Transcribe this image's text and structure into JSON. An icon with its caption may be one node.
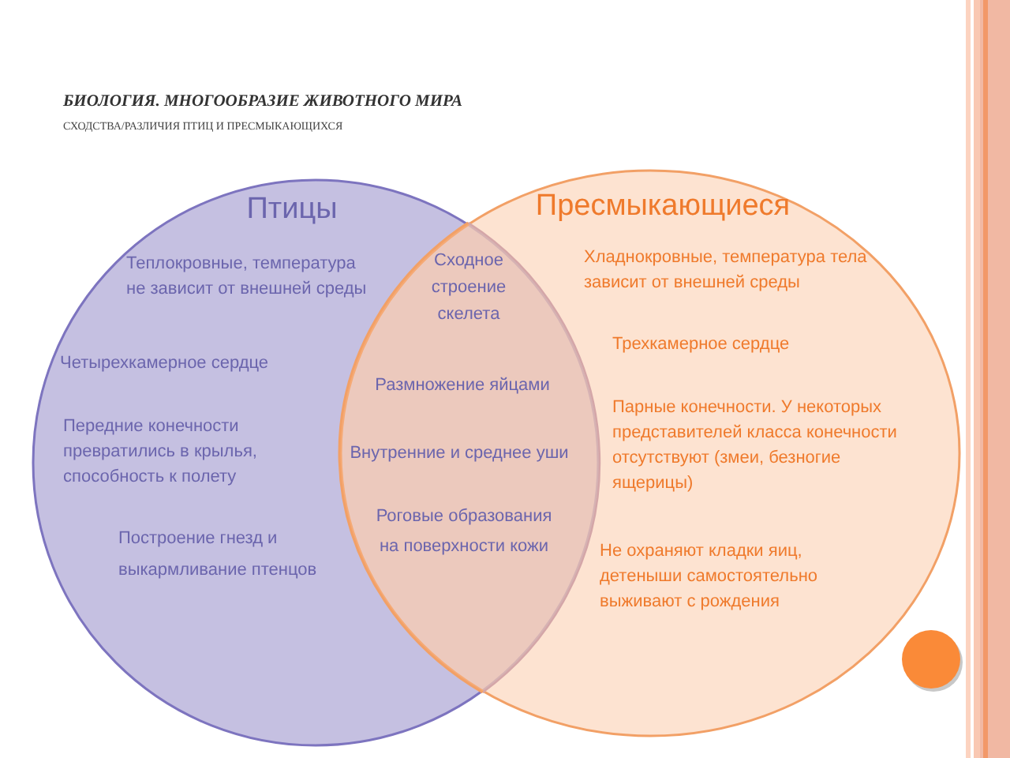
{
  "diagram": {
    "title": "БИОЛОГИЯ. МНОГООБРАЗИЕ ЖИВОТНОГО МИРА",
    "nodes": [
      {
        "text": [
          "Птицы",
          "Теплокровные, температура не зависит от внешней среды",
          "Четырехкамерное сердце",
          "Передние конечности превратились в крылья, способность к полету",
          "Построение гнезд и выкармливание птенцов"
        ]
      },
      {
        "text": [
          "Пресмыкающиеся",
          "Хладнокровные, температура тела зависит от внешней среды",
          "Трехкамерное сердце",
          "Парные конечности. У некоторых представителей класса конечности отсутствуют (змеи, безногие ящерицы)",
          "Не охраняют кладки яиц, детеныши самостоятельно выживают с рождения"
        ]
      },
      {
        "text": [
          "Сходное строение скелета",
          "Размножение яйцами",
          "Внутренние и среднее уши",
          "Роговые образования на поверхности кожи"
        ]
      }
    ],
    "labels": [
      "СХОДСТВА/РАЗЛИЧИЯ ПТИЦ И ПРЕСМЫКАЮЩИХСЯ"
    ]
  }
}
